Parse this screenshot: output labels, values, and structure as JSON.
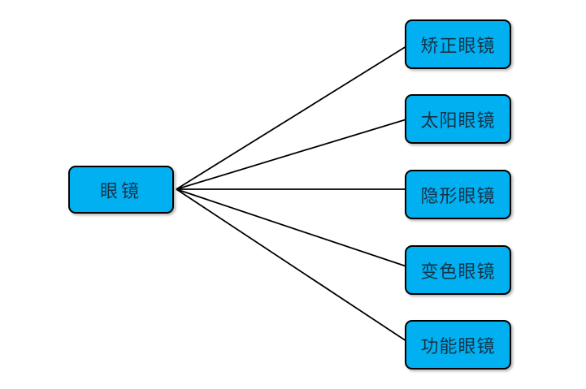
{
  "colors": {
    "background": "#FFFFFF",
    "node_fill": "#00B0F0",
    "node_border": "#000000",
    "node_text": "#163349",
    "connector": "#000000"
  },
  "diagram": {
    "type": "tree",
    "root": {
      "id": "glasses",
      "label": "眼镜"
    },
    "children": [
      {
        "id": "corrective",
        "label": "矫正眼镜"
      },
      {
        "id": "sun",
        "label": "太阳眼镜"
      },
      {
        "id": "contact",
        "label": "隐形眼镜"
      },
      {
        "id": "photochromic",
        "label": "变色眼镜"
      },
      {
        "id": "functional",
        "label": "功能眼镜"
      }
    ],
    "edges": [
      [
        "glasses",
        "corrective"
      ],
      [
        "glasses",
        "sun"
      ],
      [
        "glasses",
        "contact"
      ],
      [
        "glasses",
        "photochromic"
      ],
      [
        "glasses",
        "functional"
      ]
    ]
  }
}
